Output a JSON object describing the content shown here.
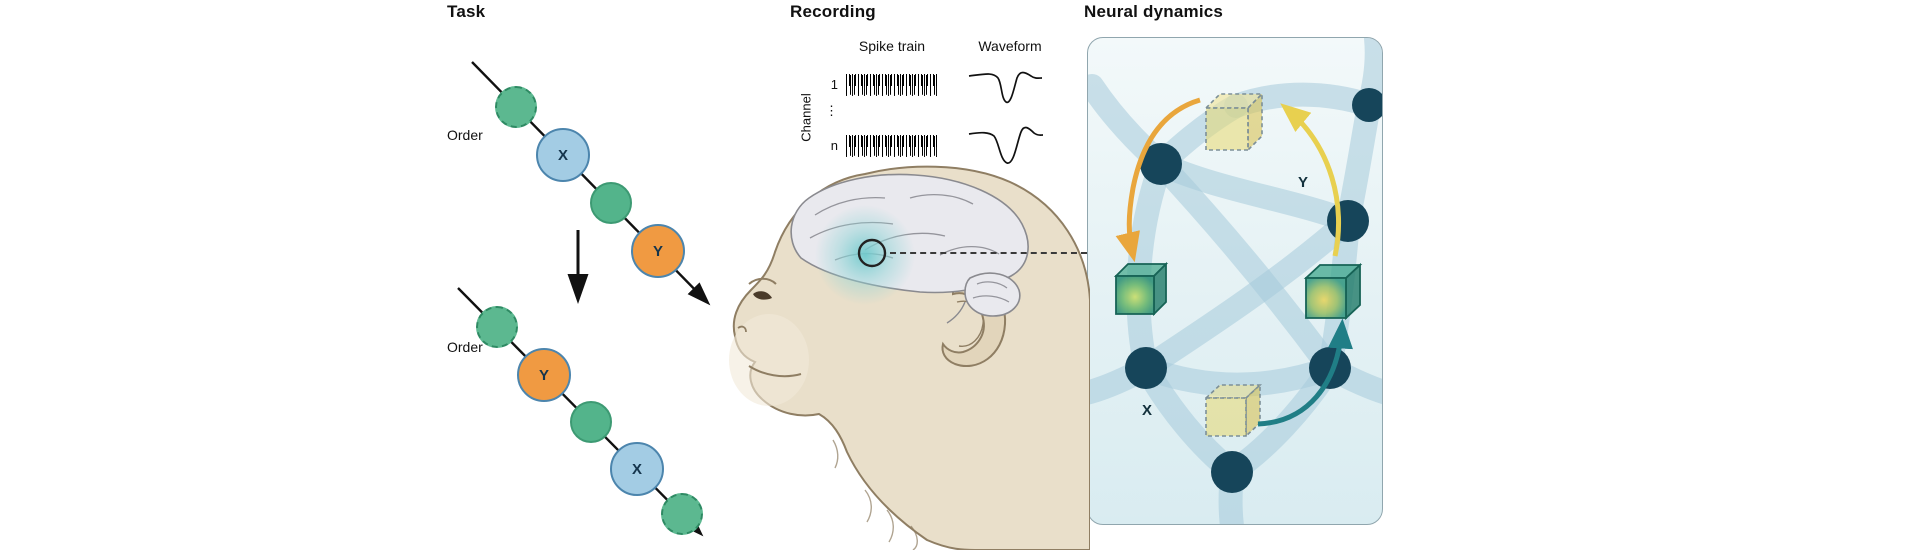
{
  "figure": {
    "task": {
      "title": "Task",
      "order_label": "Order",
      "item_x": "X",
      "item_y": "Y",
      "sequence_1": [
        "green-dashed",
        "X",
        "green",
        "Y"
      ],
      "sequence_2": [
        "green-dashed",
        "Y",
        "green",
        "X",
        "green-dashed"
      ]
    },
    "recording": {
      "title": "Recording",
      "spike_train_label": "Spike train",
      "waveform_label": "Waveform",
      "channel_label": "Channel",
      "channel_first": "1",
      "channel_ellipsis": "⋮",
      "channel_last": "n"
    },
    "neural": {
      "title": "Neural dynamics",
      "label_x": "X",
      "label_y": "Y"
    },
    "colors": {
      "item_green": "#53b48b",
      "item_blue": "#a3cce4",
      "item_orange": "#f09a42",
      "highlight_teal": "#6fc9cc",
      "node_dark_teal": "#16455a",
      "ribbon_blue": "#a6cbda",
      "cube_yellow": "#e8d86e",
      "cube_green": "#2f9b82",
      "arrow_orange": "#e9a63c",
      "arrow_yellow": "#e8d04f",
      "arrow_teal": "#207e86"
    }
  }
}
